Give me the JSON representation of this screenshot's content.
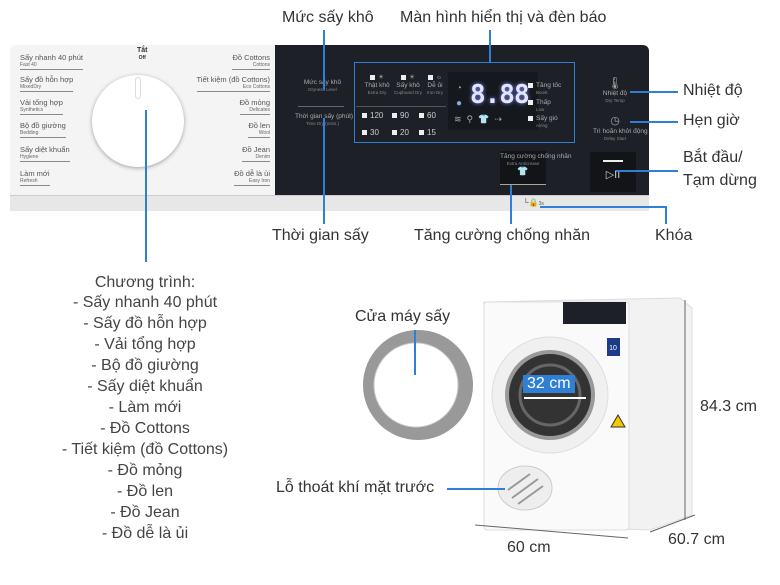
{
  "callouts": {
    "dryness": "Mức sấy khô",
    "display": "Màn hình hiển thị và đèn báo",
    "temp": "Nhiệt độ",
    "delay": "Hẹn giờ",
    "start_1": "Bắt đầu/",
    "start_2": "Tạm dừng",
    "time_dry": "Thời gian sấy",
    "anticrease": "Tăng cường chống nhăn",
    "lock": "Khóa",
    "door": "Cửa máy sấy",
    "vent": "Lỗ thoát khí mặt trước"
  },
  "programs": {
    "title": "Chương trình:",
    "items": [
      "- Sấy nhanh 40 phút",
      "- Sấy đồ hỗn hợp",
      "- Vải tổng hợp",
      "- Bộ đồ giường",
      "- Sấy diệt khuẩn",
      "- Làm mới",
      "- Đồ Cottons",
      "- Tiết kiệm (đồ Cottons)",
      "- Đồ mỏng",
      "- Đồ len",
      "- Đồ Jean",
      "- Đồ dễ là ủi"
    ]
  },
  "panel": {
    "off_vi": "Tắt",
    "off_en": "Off",
    "left": [
      {
        "vi": "Sấy nhanh 40 phút",
        "en": "Fast 40"
      },
      {
        "vi": "Sấy đồ hỗn hợp",
        "en": "MixedDry"
      },
      {
        "vi": "Vải tổng hợp",
        "en": "Synthetics"
      },
      {
        "vi": "Bộ đồ giường",
        "en": "Bedding"
      },
      {
        "vi": "Sấy diệt khuẩn",
        "en": "Hygiene"
      },
      {
        "vi": "Làm mới",
        "en": "Refresh"
      }
    ],
    "right": [
      {
        "vi": "Đồ Cottons",
        "en": "Cottons"
      },
      {
        "vi": "Tiết kiệm (đồ Cottons)",
        "en": "Eco Cottons"
      },
      {
        "vi": "Đồ mỏng",
        "en": "Delicates"
      },
      {
        "vi": "Đồ len",
        "en": "Wool"
      },
      {
        "vi": "Đồ Jean",
        "en": "Denim"
      },
      {
        "vi": "Đồ dễ là ủi",
        "en": "Easy Iron"
      }
    ],
    "dryness_vi": "Mức sấy khô",
    "dryness_en": "Dryness Level",
    "timedry_vi": "Thời gian sấy (phút)",
    "timedry_en": "Time Dry (mins.)",
    "levels": [
      {
        "vi": "Thật khô",
        "en": "Extra Dry"
      },
      {
        "vi": "Sấy khô",
        "en": "Cupboard Dry"
      },
      {
        "vi": "Dễ ủi",
        "en": "Iron Dry"
      }
    ],
    "times": [
      "120",
      "90",
      "60",
      "30",
      "20",
      "15"
    ],
    "digits": "8.88",
    "modes": [
      {
        "vi": "Tăng tốc",
        "en": "Boost"
      },
      {
        "vi": "Thấp",
        "en": "Low"
      },
      {
        "vi": "Sấy gió",
        "en": "Airing"
      }
    ],
    "temp_vi": "Nhiệt độ",
    "temp_en": "Dry Temp",
    "delay_vi": "Trì hoãn khởi động",
    "delay_en": "Delay Start",
    "anticrease_vi": "Tăng cường chống nhăn",
    "anticrease_en": "Extra Anticrease",
    "lock_hint": "3s"
  },
  "dimensions": {
    "drum": "32 cm",
    "height": "84.3 cm",
    "width": "60 cm",
    "depth": "60.7 cm"
  },
  "colors": {
    "accent": "#2f7fd6",
    "panel_dark": "#1d2127"
  }
}
